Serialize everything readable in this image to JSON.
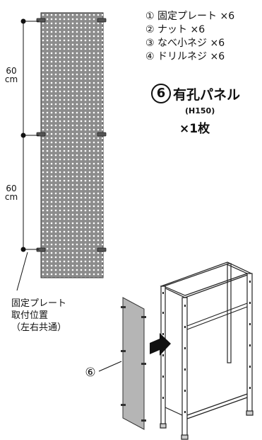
{
  "parts": [
    {
      "num": "①",
      "label": "固定プレート ×6"
    },
    {
      "num": "②",
      "label": "ナット ×6"
    },
    {
      "num": "③",
      "label": "なべ小ネジ ×6"
    },
    {
      "num": "④",
      "label": "ドリルネジ ×6"
    }
  ],
  "panel": {
    "num": "6",
    "name": "有孔パネル",
    "size": "(H150)",
    "qty": "×1枚"
  },
  "dimensions": {
    "upper_value": "60",
    "upper_unit": "cm",
    "lower_value": "60",
    "lower_unit": "cm"
  },
  "note_lines": [
    "固定プレート",
    "取付位置",
    "（左右共通）"
  ],
  "callout": "⑥"
}
